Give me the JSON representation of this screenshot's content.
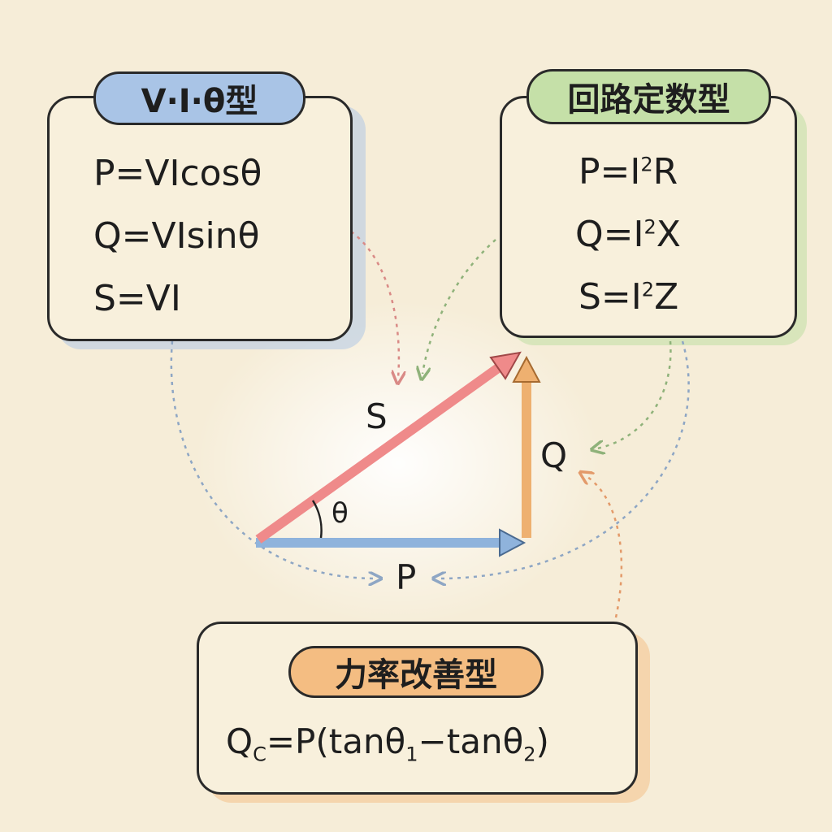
{
  "vit_box": {
    "title": "V·I·θ型",
    "formulas": [
      "P=VIcosθ",
      "Q=VIsinθ",
      "S=VI"
    ]
  },
  "circuit_box": {
    "title": "回路定数型",
    "formulas": [
      {
        "lhs": "P=I",
        "sup": "2",
        "rhs": "R"
      },
      {
        "lhs": "Q=I",
        "sup": "2",
        "rhs": "X"
      },
      {
        "lhs": "S=I",
        "sup": "2",
        "rhs": "Z"
      }
    ]
  },
  "pf_box": {
    "title": "力率改善型",
    "formula": {
      "q": "Q",
      "qsub": "C",
      "mid": "=P(tanθ",
      "sub1": "1",
      "minus": "−tanθ",
      "sub2": "2",
      "end": ")"
    }
  },
  "triangle": {
    "s": "S",
    "q": "Q",
    "p": "P",
    "theta": "θ"
  },
  "colors": {
    "blue": "#a9c4e6",
    "green": "#c5e0a8",
    "orange": "#f4bd82",
    "s_arrow": "#ef8a8a",
    "p_arrow": "#8fb3dc",
    "q_arrow": "#eeb070"
  }
}
